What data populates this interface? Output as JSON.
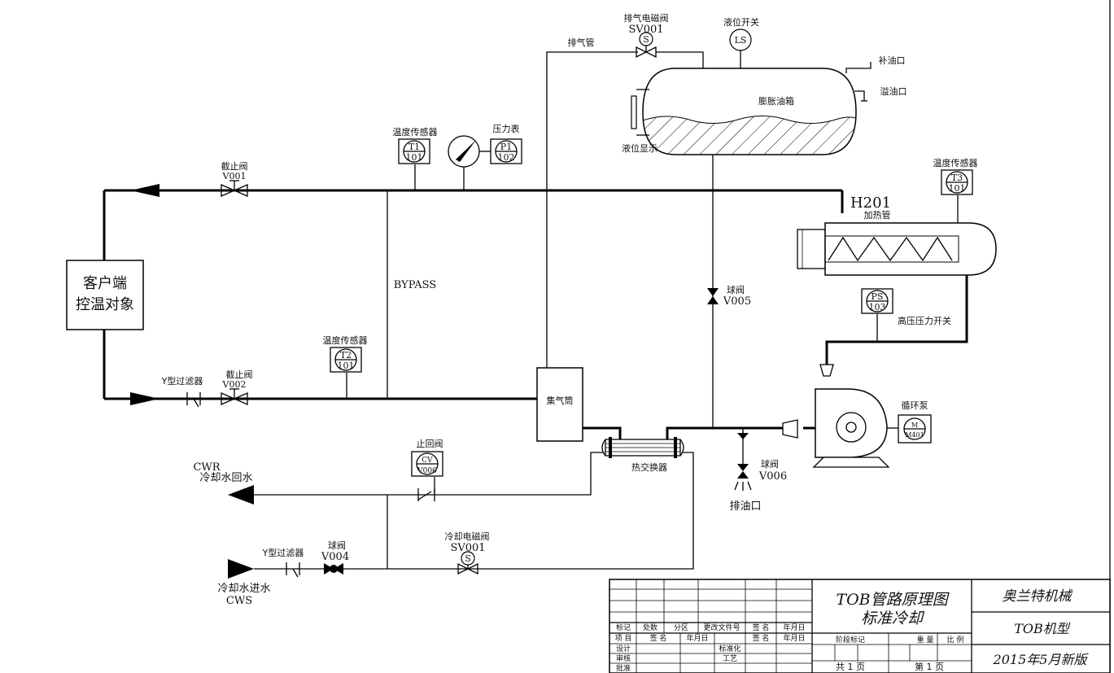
{
  "components": {
    "client": {
      "line1": "客户端",
      "line2": "控温对象"
    },
    "v001": {
      "name": "截止阀",
      "tag": "V001"
    },
    "v002": {
      "name": "截止阀",
      "tag": "V002"
    },
    "y_strainer_top": "Y型过滤器",
    "y_strainer_bottom": "Y型过滤器",
    "t1": {
      "name": "温度传感器",
      "id": "T1",
      "num": "101"
    },
    "t2": {
      "name": "温度传感器",
      "id": "T2",
      "num": "101"
    },
    "t3": {
      "name": "温度传感器",
      "id": "T3",
      "num": "101"
    },
    "p1": {
      "name": "压力表",
      "id": "P1",
      "num": "102"
    },
    "exhaust_pipe": "排气管",
    "sv_top": {
      "name": "排气电磁阀",
      "tag": "SV001",
      "symbol": "S"
    },
    "level_switch": {
      "name": "液位开关",
      "symbol": "LS"
    },
    "tank": {
      "name": "膨胀油箱"
    },
    "level_display": "液位显示",
    "fill_port": "补油口",
    "overflow_port": "溢油口",
    "bypass": "BYPASS",
    "heater": {
      "id": "H201",
      "name": "加热管"
    },
    "v005": {
      "name": "球阀",
      "tag": "V005"
    },
    "ps": {
      "id": "PS",
      "num": "103",
      "name": "高压压力开关"
    },
    "collector": "集气筒",
    "hx": "热交换器",
    "pump": {
      "name": "循环泵",
      "motor": "M",
      "motor_tag": "M401"
    },
    "v006": {
      "name": "球阀",
      "tag": "V006"
    },
    "drain": "排油口",
    "cv": {
      "name": "止回阀",
      "id": "CV",
      "tag": "V006"
    },
    "cwr": {
      "code": "CWR",
      "name": "冷却水回水"
    },
    "cws": {
      "code": "CWS",
      "name": "冷却水进水"
    },
    "v004": {
      "name": "球阀",
      "tag": "V004"
    },
    "sv_bottom": {
      "name": "冷却电磁阀",
      "tag": "SV001",
      "symbol": "S"
    }
  },
  "title_block": {
    "row_headers": [
      "标记",
      "处数",
      "分区",
      "更改文件号",
      "签 名",
      "年月日"
    ],
    "row2": [
      "项 目",
      "签 名",
      "年月日",
      "签 名",
      "年月日"
    ],
    "design": "设计",
    "review": "审核",
    "approve": "批准",
    "standard": "标准化",
    "process": "工艺",
    "stage": "阶段标记",
    "weight": "重 量",
    "scale": "比 例",
    "total": "共 1 页",
    "page": "第 1 页",
    "title1": "TOB管路原理图",
    "title2": "标准冷却",
    "company": "奥兰特机械",
    "model": "TOB机型",
    "edition": "2015年5月新版"
  }
}
